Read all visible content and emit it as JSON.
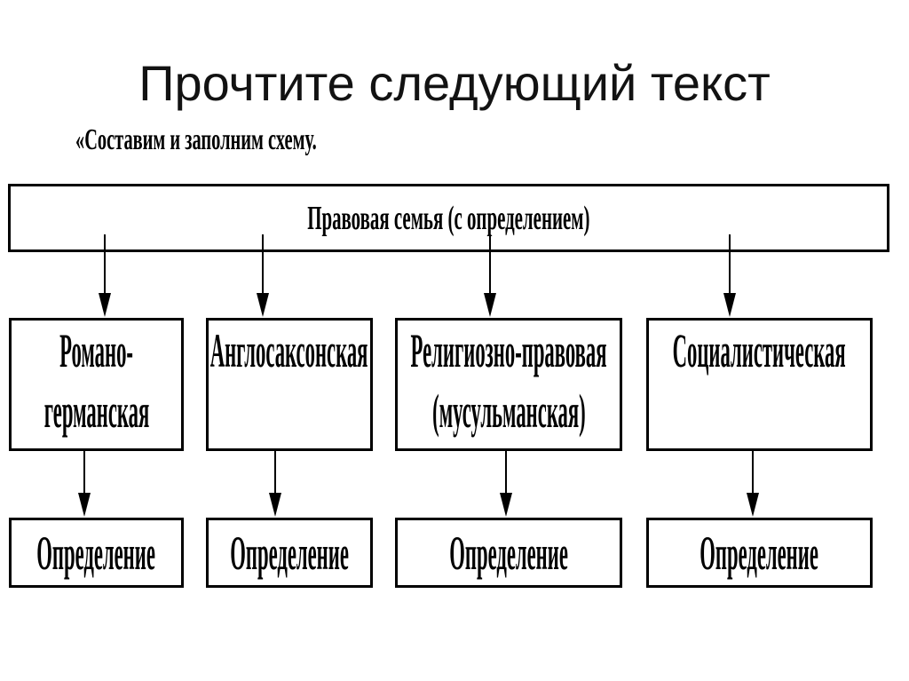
{
  "slide": {
    "title": "Прочтите следующий текст",
    "subtitle": "«Составим и заполним схему."
  },
  "diagram": {
    "root": {
      "label": "Правовая семья (с определением)"
    },
    "families": [
      {
        "id": "romano-german",
        "lines": [
          "Романо-",
          "германская"
        ]
      },
      {
        "id": "anglo-saxon",
        "lines": [
          "Англосаксонская"
        ]
      },
      {
        "id": "religious-muslim",
        "lines": [
          "Религиозно-правовая",
          "(мусульманская)"
        ]
      },
      {
        "id": "socialist",
        "lines": [
          "Социалистическая"
        ]
      }
    ],
    "definitions": [
      {
        "label": "Определение"
      },
      {
        "label": "Определение"
      },
      {
        "label": "Определение"
      },
      {
        "label": "Определение"
      }
    ],
    "colors": {
      "ink": "#000000",
      "background": "#ffffff"
    }
  }
}
